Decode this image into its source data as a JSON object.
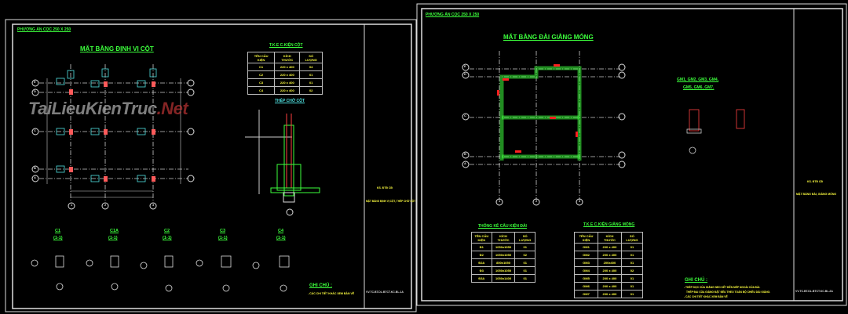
{
  "sheet1": {
    "project": "PHƯƠNG ÁN CỌC 250 X 250",
    "title": "MẶT BẰNG ĐỊNH VỊ CỘT",
    "table_title": "T.K.E C.KIỆN CỘT",
    "table_headers": [
      "TÊN CẤU KIỆN",
      "KÍCH THƯỚC",
      "SỐ LƯỢNG"
    ],
    "table_rows": [
      [
        "C1",
        "220 x 400",
        "04"
      ],
      [
        "C2",
        "220 x 400",
        "01"
      ],
      [
        "C3",
        "220 x 400",
        "01"
      ],
      [
        "C4",
        "220 x 400",
        "02"
      ]
    ],
    "detail_title": "THÉP CHỜ CỘT",
    "rows": [
      "E",
      "D",
      "C",
      "B",
      "A"
    ],
    "cols": [
      "1",
      "2",
      "3"
    ],
    "sections": [
      {
        "name": "C1",
        "sub": "(1-1)"
      },
      {
        "name": "C1A",
        "sub": "(1-1)"
      },
      {
        "name": "C2",
        "sub": "(1-1)"
      },
      {
        "name": "C3",
        "sub": "(1-1)"
      },
      {
        "name": "C4",
        "sub": "(1-1)"
      }
    ],
    "notes_title": "GHI CHÚ :",
    "notes": [
      "- CÁC CHI TIẾT KHÁC XEM BẢN VẼ"
    ],
    "titleblock_top": "KS. ĐTĐ CĐ",
    "titleblock_name": "MẶT BẰNG ĐỊNH VỊ CỘT, THÉP CHỜ CỘT",
    "sheet_code": "VV.TC.BT.DL.BTCT.KC.BL.1A"
  },
  "sheet2": {
    "project": "PHƯƠNG ÁN CỌC 250 X 250",
    "title": "MẶT BẰNG ĐÀI GIẰNG MÓNG",
    "beam_detail_title": [
      "GM1, GM2, GM3, GM4,",
      "GM5, GM6, GM7."
    ],
    "table1_title": "THỐNG KÊ CẤU KIỆN ĐÀI",
    "table1_headers": [
      "TÊN CẤU KIỆN",
      "KÍCH THƯỚC",
      "SỐ LƯỢNG"
    ],
    "table1_rows": [
      [
        "Đ1",
        "1050x1050",
        "01"
      ],
      [
        "Đ2",
        "1050x1050",
        "02"
      ],
      [
        "Đ2A",
        "850x1050",
        "01"
      ],
      [
        "Đ3",
        "1050x1050",
        "01"
      ],
      [
        "Đ3A",
        "1050x1400",
        "01"
      ]
    ],
    "table2_title": "T.K.E C.KIỆN GIẰNG MÓNG",
    "table2_headers": [
      "TÊN CẤU KIỆN",
      "KÍCH THƯỚC",
      "SỐ LƯỢNG"
    ],
    "table2_rows": [
      [
        "GM1",
        "200 x 400",
        "01"
      ],
      [
        "GM2",
        "200 x 400",
        "01"
      ],
      [
        "GM3",
        "200x400",
        "01"
      ],
      [
        "GM4",
        "200 x 400",
        "02"
      ],
      [
        "GM5",
        "200 x 400",
        "01"
      ],
      [
        "GM6",
        "200 x 400",
        "01"
      ],
      [
        "GM7",
        "200 x 400",
        "01"
      ]
    ],
    "rows": [
      "E",
      "D",
      "C",
      "B",
      "A"
    ],
    "cols": [
      "1",
      "2",
      "3"
    ],
    "notes_title": "GHI CHÚ :",
    "notes": [
      "- THÉP DỌC CỦA GIẰNG NEO KẾT ĐẾN MÉP NGOÀI CỦA ĐÀI.",
      "THÉP ĐAI CỦA GIẰNG ĐẶT ĐỀU THEO TOÀN BỘ CHIỀU DÀI GIẰNG.",
      "- CÁC CHI TIẾT KHÁC XEM BẢN VẼ"
    ],
    "titleblock_top": "KS. ĐTĐ CĐ",
    "titleblock_name": "MẶT BẰNG ĐÀI, GIẰNG MÓNG",
    "sheet_code": "VV.TC.BT.DL.BTCT.KC.BL.2A"
  },
  "watermark": {
    "text": "TaiLieuKienTruc",
    "suffix": ".Net"
  }
}
